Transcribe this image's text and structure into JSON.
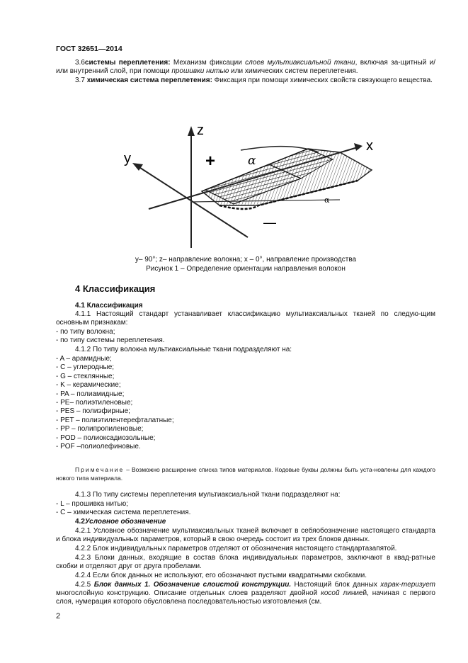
{
  "header": {
    "title": "ГОСТ 32651—2014"
  },
  "p36": {
    "num": "3.6",
    "term": "системы переплетения:",
    "t1": " Механизм фиксации ",
    "t1i": "слоев мультиаксиальной ткани",
    "t2": ", включая за-щитный и/или внутренний слой, при помощи ",
    "t2i": "прошивки нитью",
    "t3": " или химических систем переплетения."
  },
  "p37": {
    "num": "3.7 ",
    "term": "химическая система переплетения:",
    "text": " Фиксация при помощи химических свойств связующего вещества."
  },
  "figure": {
    "axis_z": "z",
    "axis_y": "y",
    "axis_x": "x",
    "plus": "+",
    "minus": "—",
    "alpha": "α",
    "alpha_small": "α",
    "caption1": "y– 90°; z– направление волокна; x – 0°, направление производства",
    "caption2": "Рисунок 1 – Определение ориентации направления волокон"
  },
  "section4": {
    "title": "4 Классификация"
  },
  "s41": {
    "title": "4.1 Классификация",
    "p411": "4.1.1 Настоящий стандарт устанавливает классификацию мультиаксиальных тканей по следую-щим основным признакам:",
    "b1": "- по типу волокна;",
    "b2": "- по типу системы переплетения.",
    "p412": "4.1.2 По типу волокна мультиаксиальные ткани подразделяют на:",
    "fibers": [
      "- A – арамидные;",
      "- C – углеродные;",
      "- G – стеклянные;",
      "- K – керамические;",
      "- PA – полиамидные;",
      "- PE– полиэтиленовые;",
      "- PES – полиэфирные;",
      "- PET – полиэтилентерефталатные;",
      "- PP – полипропиленовые;",
      "- POD – полиоксадиозольные;",
      "- POF –полиолефиновые."
    ],
    "note_label": "Примечание",
    "note_text": " – Возможно расширение списка типов материалов. Кодовые буквы должны быть уста-новлены для каждого нового типа материала.",
    "p413": "4.1.3 По типу системы переплетения мультиаксиальной ткани подразделяют на:",
    "w1": "- L – прошивка нитью;",
    "w2": "- C – химическая система переплетения."
  },
  "s42": {
    "num": "4.2",
    "title": "Условное обозначение",
    "p421": "4.2.1 Условное обозначение мультиаксиальных тканей включает в себяобозначение настоящего стандарта и блока индивидуальных параметров, который в свою очередь состоит из трех блоков данных.",
    "p422": "4.2.2 Блок индивидуальных параметров отделяют от обозначения настоящего стандартазапятой.",
    "p423": "4.2.3 Блоки данных, входящие в состав блока индивидуальных параметров, заключают в квад-ратные скобки и отделяют друг от друга пробелами.",
    "p424": "4.2.4 Если блок данных не используют, его обозначают пустыми квадратными скобками.",
    "p425_num": "4.2.5 ",
    "p425_title": "Блок данных 1. Обозначение слоистой конструкции.",
    "p425_a": " Настоящий блок данных ",
    "p425_ai": "харак-теризует",
    "p425_b": " многослойную конструкцию. Описание отдельных слоев разделяют двойной ",
    "p425_bi": "косой",
    "p425_c": " линией, начиная с первого слоя, нумерация которого обусловлена последовательностью изготовления (см."
  },
  "page_number": "2"
}
